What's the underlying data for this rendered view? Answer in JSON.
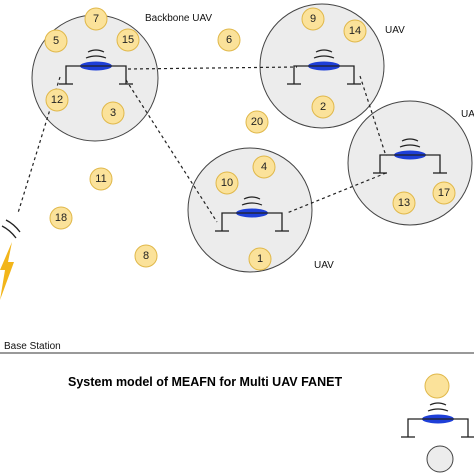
{
  "colors": {
    "node_fill": "#fbe29a",
    "node_stroke": "#e0b84a",
    "cluster_fill": "#ececec",
    "cluster_stroke": "#444444",
    "uav_body": "#1e3fd8",
    "base_station_bolt": "#f2b51a"
  },
  "labels": {
    "backbone_uav": "Backbone UAV",
    "uav_top_right": "UAV",
    "uav_right": "UAV",
    "uav_bottom": "UAV",
    "base_station": "Base Station"
  },
  "caption": "System model of MEAFN for Multi UAV FANET",
  "nodes": [
    "7",
    "5",
    "15",
    "12",
    "3",
    "9",
    "14",
    "2",
    "6",
    "20",
    "4",
    "10",
    "1",
    "13",
    "17",
    "11",
    "18",
    "8"
  ],
  "legend_icons": [
    "node-icon",
    "uav-icon",
    "cluster-icon"
  ]
}
